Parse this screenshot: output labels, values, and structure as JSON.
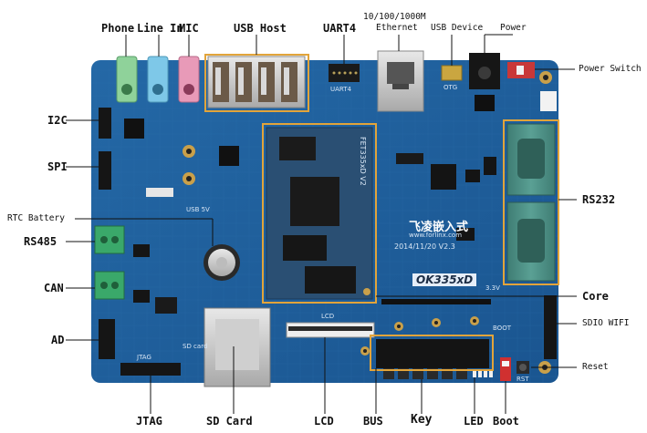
{
  "callouts": {
    "phone": "Phone",
    "line_in": "Line In",
    "mic": "MIC",
    "usb_host": "USB Host",
    "uart4": "UART4",
    "ethernet_top": "10/100/1000M",
    "ethernet": "Ethernet",
    "usb_device": "USB Device",
    "power": "Power",
    "power_switch": "Power Switch",
    "i2c": "I2C",
    "spi": "SPI",
    "rtc_battery": "RTC Battery",
    "rs485": "RS485",
    "can": "CAN",
    "ad": "AD",
    "rs232": "RS232",
    "core": "Core",
    "sdio_wifi": "SDIO WIFI",
    "reset": "Reset",
    "jtag": "JTAG",
    "sd_card": "SD Card",
    "lcd": "LCD",
    "bus": "BUS",
    "key": "Key",
    "led": "LED",
    "boot": "Boot"
  },
  "board": {
    "brand_text": "飞凌嵌入式",
    "brand_url": "www.forlinx.com",
    "date_version": "2014/11/20 V2.3",
    "model_label": "OK335xD",
    "core_silk": "FET335xD V2",
    "silk_usb5v": "USB 5V",
    "silk_sdcard": "SD card",
    "silk_lcd": "LCD",
    "silk_jtag": "JTAG",
    "silk_boot": "BOOT",
    "silk_rst": "RST",
    "silk_uart4": "UART4",
    "silk_otg": "OTG",
    "silk_33v": "3.3V"
  },
  "colors": {
    "pcb": "#1f5f9a",
    "pcb_dark": "#184c7e",
    "callout_box": "#e2a43a",
    "audio_green": "#8fd29a",
    "audio_blue": "#7ec8e8",
    "audio_pink": "#e89ab8",
    "terminal_green": "#3aa86a",
    "db9_teal": "#4f8f86"
  }
}
